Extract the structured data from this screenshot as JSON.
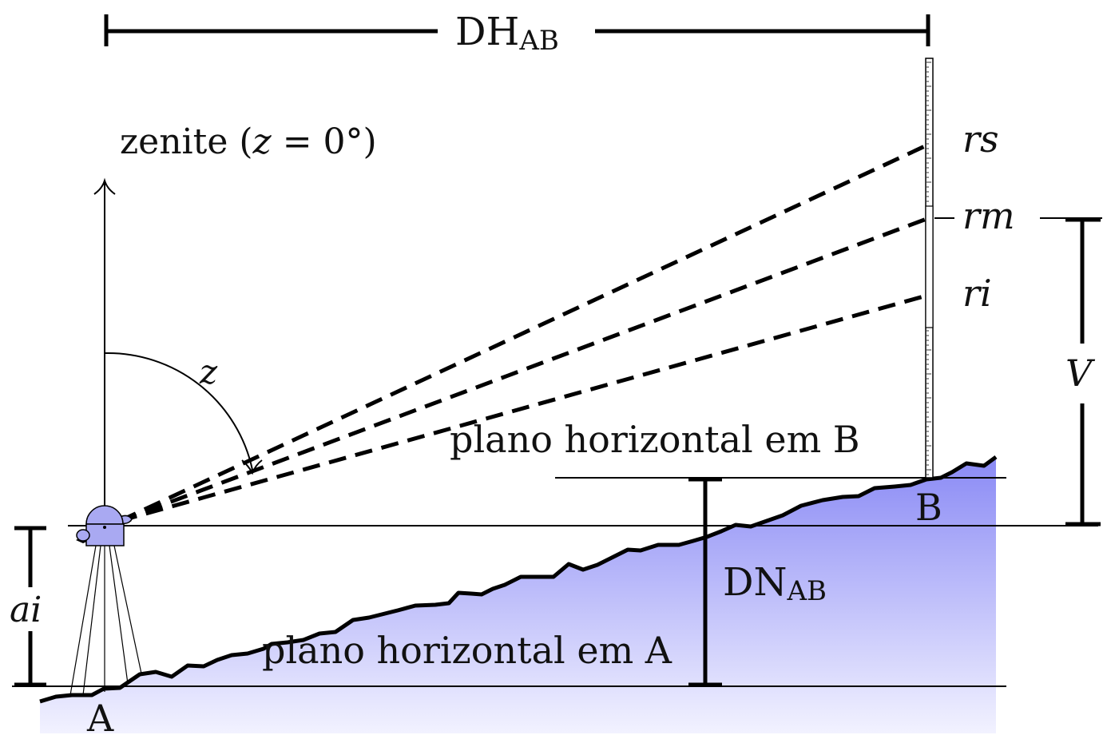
{
  "labels": {
    "dh": "DH",
    "dh_sub": "AB",
    "zenith": "zenite (",
    "zenith_var": "z",
    "zenith_eq": " = 0°)",
    "z": "z",
    "rs": "rs",
    "rm": "rm",
    "ri": "ri",
    "v": "V",
    "plane_b": "plano horizontal em B",
    "plane_a": "plano horizontal em A",
    "b": "B",
    "a": "A",
    "dn": "DN",
    "dn_sub": "AB",
    "ai": "ai"
  },
  "colors": {
    "terrain_top": "#8a8af5",
    "terrain_bottom": "#f2f2ff",
    "instrument": "#a9a9f2",
    "line": "#000000"
  }
}
